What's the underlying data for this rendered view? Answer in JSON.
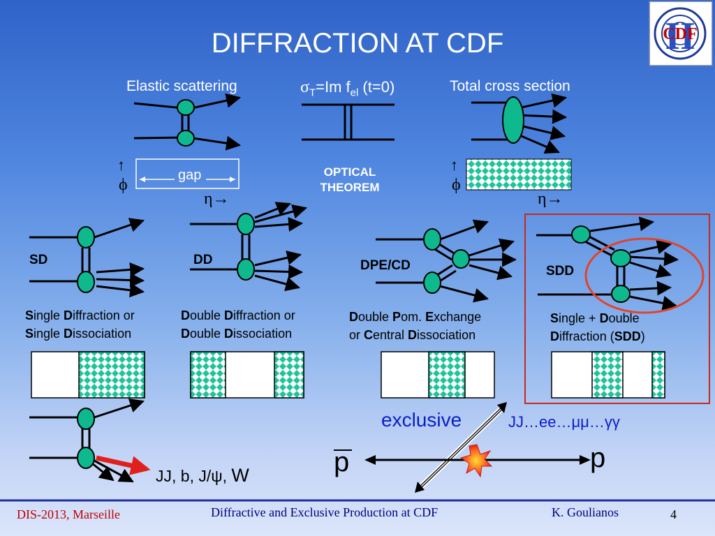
{
  "slide": {
    "title": "DIFFRACTION AT CDF",
    "logo_text": "CDF",
    "logo_numeral": "II",
    "page_number": "4"
  },
  "top": {
    "elastic": "Elastic scattering",
    "optical_formula": {
      "sigma": "σ",
      "sub_T": "T",
      "middle": "=Im f",
      "sub_el": "el",
      "end": " (t=0)"
    },
    "total": "Total cross section",
    "optical_line1": "OPTICAL",
    "optical_line2": "THEOREM",
    "gap": "gap",
    "phi": "ϕ",
    "phi_arrow": "↑",
    "eta": "η→"
  },
  "processes": {
    "sd": {
      "tag": "SD",
      "line1_b1": "S",
      "line1_r1": "ingle ",
      "line1_b2": "D",
      "line1_r2": "iffraction or",
      "line2_b1": "S",
      "line2_r1": "ingle ",
      "line2_b2": "D",
      "line2_r2": "issociation"
    },
    "dd": {
      "tag": "DD",
      "line1_b1": "D",
      "line1_r1": "ouble ",
      "line1_b2": "D",
      "line1_r2": "iffraction or",
      "line2_b1": "D",
      "line2_r1": "ouble ",
      "line2_b2": "D",
      "line2_r2": "issociation"
    },
    "dpe": {
      "tag": "DPE/CD",
      "line1_b1": "D",
      "line1_r1": "ouble ",
      "line1_b2": "P",
      "line1_r2": "om. ",
      "line1_b3": "E",
      "line1_r3": "xchange",
      "line2_r0": "or ",
      "line2_b1": "C",
      "line2_r1": "entral ",
      "line2_b2": "D",
      "line2_r2": "issociation"
    },
    "sdd": {
      "tag": "SDD",
      "line1_b1": "S",
      "line1_r1": "ingle + ",
      "line1_b2": "D",
      "line1_r2": "ouble",
      "line2_b1": "D",
      "line2_r1": "iffraction (",
      "line2_b2": "SDD",
      "line2_r2": ")"
    }
  },
  "bottom": {
    "products": "JJ, b, J/ψ,",
    "products_w": "W",
    "exclusive": "exclusive",
    "exclusive_states": "JJ…ee…μμ…γγ",
    "pbar": "p",
    "p": "p"
  },
  "footer": {
    "left": "DIS-2013, Marseille",
    "center": "Diffractive and Exclusive Production at CDF",
    "right": "K. Goulianos"
  },
  "colors": {
    "blob": "#0fb98e",
    "hatch": "#1fc39a",
    "highlight_ring": "#e0442a",
    "red_arrow": "#e0201a",
    "footer_rule": "#1f2f9a",
    "footer_left": "#c00000",
    "footer_text": "#000080"
  }
}
